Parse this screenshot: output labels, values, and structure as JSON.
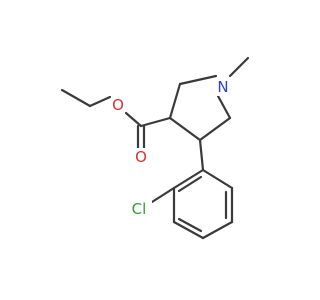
{
  "molecule": {
    "atoms": {
      "oxygen_ester": {
        "label": "O",
        "color": "#e03030"
      },
      "oxygen_carbonyl": {
        "label": "O",
        "color": "#e03030"
      },
      "nitrogen": {
        "label": "N",
        "color": "#2f3fd0"
      },
      "chlorine": {
        "label": "Cl",
        "color": "#2fa02f"
      }
    },
    "bond_color": "#3a3a3a"
  }
}
